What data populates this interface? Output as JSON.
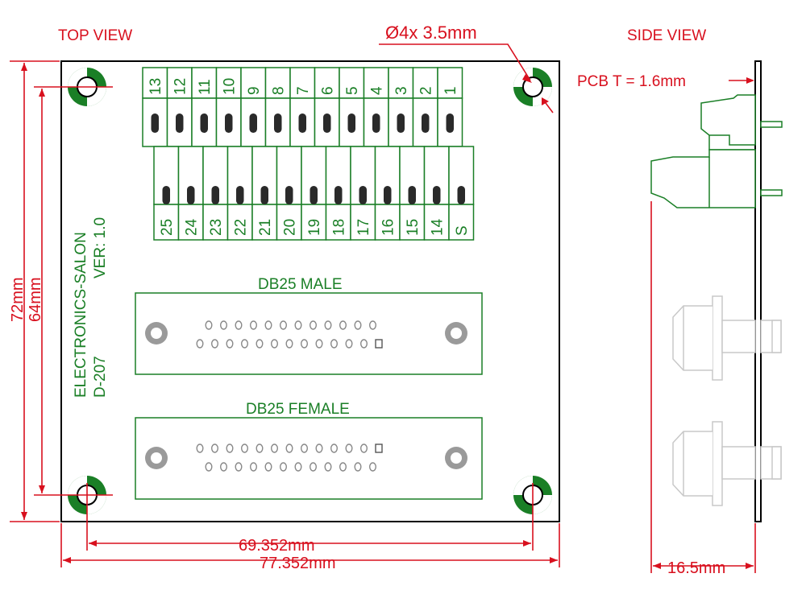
{
  "labels": {
    "top_view": "TOP VIEW",
    "side_view": "SIDE VIEW",
    "hole_callout": "Ø4x  3.5mm",
    "pcb_thickness": "PCB T = 1.6mm",
    "dim_72": "72mm",
    "dim_64": "64mm",
    "dim_69": "69.352mm",
    "dim_77": "77.352mm",
    "dim_16": "16.5mm"
  },
  "silkscreen": {
    "brand": "ELECTRONICS-SALON",
    "model": "D-207",
    "version": "VER: 1.0",
    "db25_male": "DB25 MALE",
    "db25_female": "DB25 FEMALE"
  },
  "terminals": {
    "top_row": [
      "13",
      "12",
      "11",
      "10",
      "9",
      "8",
      "7",
      "6",
      "5",
      "4",
      "3",
      "2",
      "1"
    ],
    "bottom_row": [
      "25",
      "24",
      "23",
      "22",
      "21",
      "20",
      "19",
      "18",
      "17",
      "16",
      "15",
      "14",
      "S"
    ]
  },
  "colors": {
    "dimension": "#d8101e",
    "silkscreen": "#1a7f26",
    "outline": "#000000",
    "connector_gray": "#9a9a9a"
  }
}
